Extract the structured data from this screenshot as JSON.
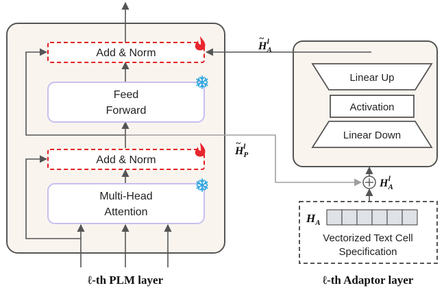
{
  "plm_layer": {
    "caption": "ℓ-th PLM layer",
    "add_norm_top": "Add & Norm",
    "feed_forward": [
      "Feed",
      "Forward"
    ],
    "add_norm_bottom": "Add & Norm",
    "attention": [
      "Multi-Head",
      "Attention"
    ]
  },
  "adaptor_layer": {
    "caption": "ℓ-th Adaptor layer",
    "linear_up": "Linear Up",
    "activation": "Activation",
    "linear_down": "Linear Down"
  },
  "input_block": {
    "ha_label": "H",
    "ha_sub": "A",
    "cell_count": 6,
    "text": [
      "Vectorized Text Cell",
      "Specification"
    ]
  },
  "symbols": {
    "ha_l_main": "H",
    "ha_l_sup": "l",
    "ha_l_sub": "A",
    "hp_l_main": "H",
    "hp_l_sup": "l",
    "hp_l_sub": "P",
    "tilde": "~",
    "plus": "+"
  },
  "colors": {
    "frame_fill": "#faf4ef",
    "frame_stroke": "#555555",
    "addnorm_stroke": "#e02020",
    "frozen_stroke": "#c8bff0",
    "arrow": "#555555",
    "skip_line": "#a0a0a0",
    "flame": "#e8262d",
    "snowflake": "#2ba6e0",
    "cell_fill": "#dfe2e6"
  }
}
